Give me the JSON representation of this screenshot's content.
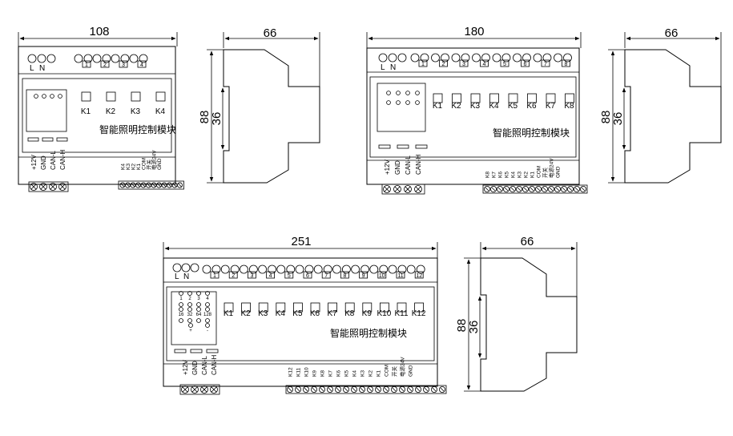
{
  "units": {
    "small": {
      "width_dim": "108",
      "terminals_top": [
        "1",
        "2",
        "3",
        "4"
      ],
      "relay_labels": [
        "K1",
        "K2",
        "K3",
        "K4"
      ],
      "bottom_left_labels": [
        "+12V",
        "GND",
        "CAN-L",
        "CAN-H"
      ],
      "bottom_right_labels": [
        "K4",
        "K3",
        "K2",
        "K1",
        "COM",
        "开关",
        "电源24V",
        "GND"
      ],
      "product_name": "智能照明控制模块",
      "power_labels": [
        "L",
        "N"
      ]
    },
    "medium": {
      "width_dim": "180",
      "terminals_top": [
        "1",
        "2",
        "3",
        "4",
        "5",
        "6",
        "7",
        "8"
      ],
      "relay_labels": [
        "K1",
        "K2",
        "K3",
        "K4",
        "K5",
        "K6",
        "K7",
        "K8"
      ],
      "bottom_left_labels": [
        "+12V",
        "GND",
        "CAN-L",
        "CAN-H"
      ],
      "bottom_right_labels": [
        "K8",
        "K7",
        "K6",
        "K5",
        "K4",
        "K3",
        "K2",
        "K1",
        "COM",
        "开关",
        "电源24V",
        "GND"
      ],
      "product_name": "智能照明控制模块",
      "power_labels": [
        "L",
        "N"
      ]
    },
    "large": {
      "width_dim": "251",
      "terminals_top": [
        "1",
        "2",
        "3",
        "4",
        "5",
        "6",
        "7",
        "8",
        "9",
        "10",
        "11",
        "12"
      ],
      "relay_labels": [
        "K1",
        "K2",
        "K3",
        "K4",
        "K5",
        "K6",
        "K7",
        "K8",
        "K9",
        "K10",
        "K11",
        "K12"
      ],
      "bottom_left_labels": [
        "+12V",
        "GND",
        "CAN-L",
        "CAN-H"
      ],
      "bottom_right_labels": [
        "K12",
        "K11",
        "K10",
        "K9",
        "K8",
        "K7",
        "K6",
        "K5",
        "K4",
        "K3",
        "K2",
        "K1",
        "COM",
        "开关",
        "电源24V",
        "GND"
      ],
      "product_name": "智能照明控制模块",
      "power_labels": [
        "L",
        "N"
      ],
      "dip_labels": [
        "1",
        "2",
        "3",
        "4",
        "16",
        "32",
        "64",
        "128",
        "+",
        "-"
      ]
    }
  },
  "side": {
    "depth_dim": "66",
    "height_dim": "88",
    "rail_dim": "36"
  }
}
